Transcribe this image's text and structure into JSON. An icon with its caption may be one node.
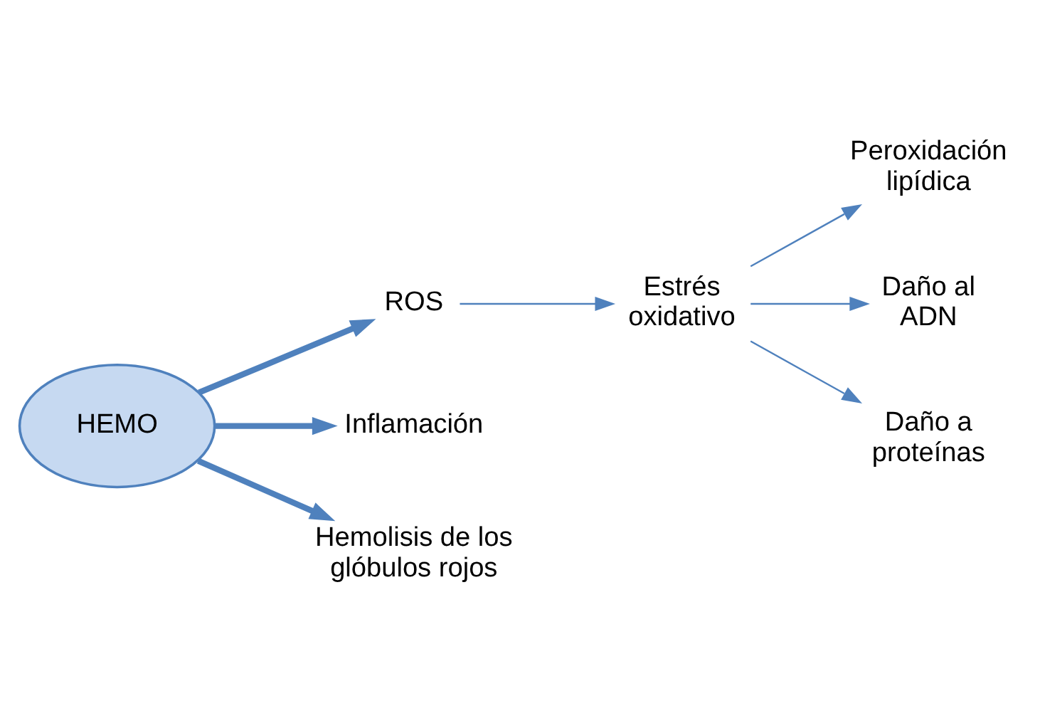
{
  "diagram": {
    "nodes": [
      {
        "text": [
          "HEMO"
        ]
      },
      {
        "text": [
          "ROS"
        ]
      },
      {
        "text": [
          "Estrés oxidativo"
        ]
      },
      {
        "text": [
          "Peroxidación lipídica"
        ]
      },
      {
        "text": [
          "Daño al ADN"
        ]
      },
      {
        "text": [
          "Daño a proteínas"
        ]
      },
      {
        "text": [
          "Inflamación"
        ]
      },
      {
        "text": [
          "Hemolisis de los glóbulos rojos"
        ]
      }
    ],
    "edges": [
      {
        "from": 0,
        "to": 1,
        "arrow": "to",
        "style": "thick"
      },
      {
        "from": 1,
        "to": 2,
        "arrow": "to"
      },
      {
        "from": 2,
        "to": 3,
        "arrow": "to"
      },
      {
        "from": 2,
        "to": 4,
        "arrow": "to"
      },
      {
        "from": 2,
        "to": 5,
        "arrow": "to"
      },
      {
        "from": 0,
        "to": 6,
        "arrow": "to",
        "style": "thick"
      },
      {
        "from": 0,
        "to": 7,
        "arrow": "to",
        "style": "thick"
      }
    ]
  }
}
